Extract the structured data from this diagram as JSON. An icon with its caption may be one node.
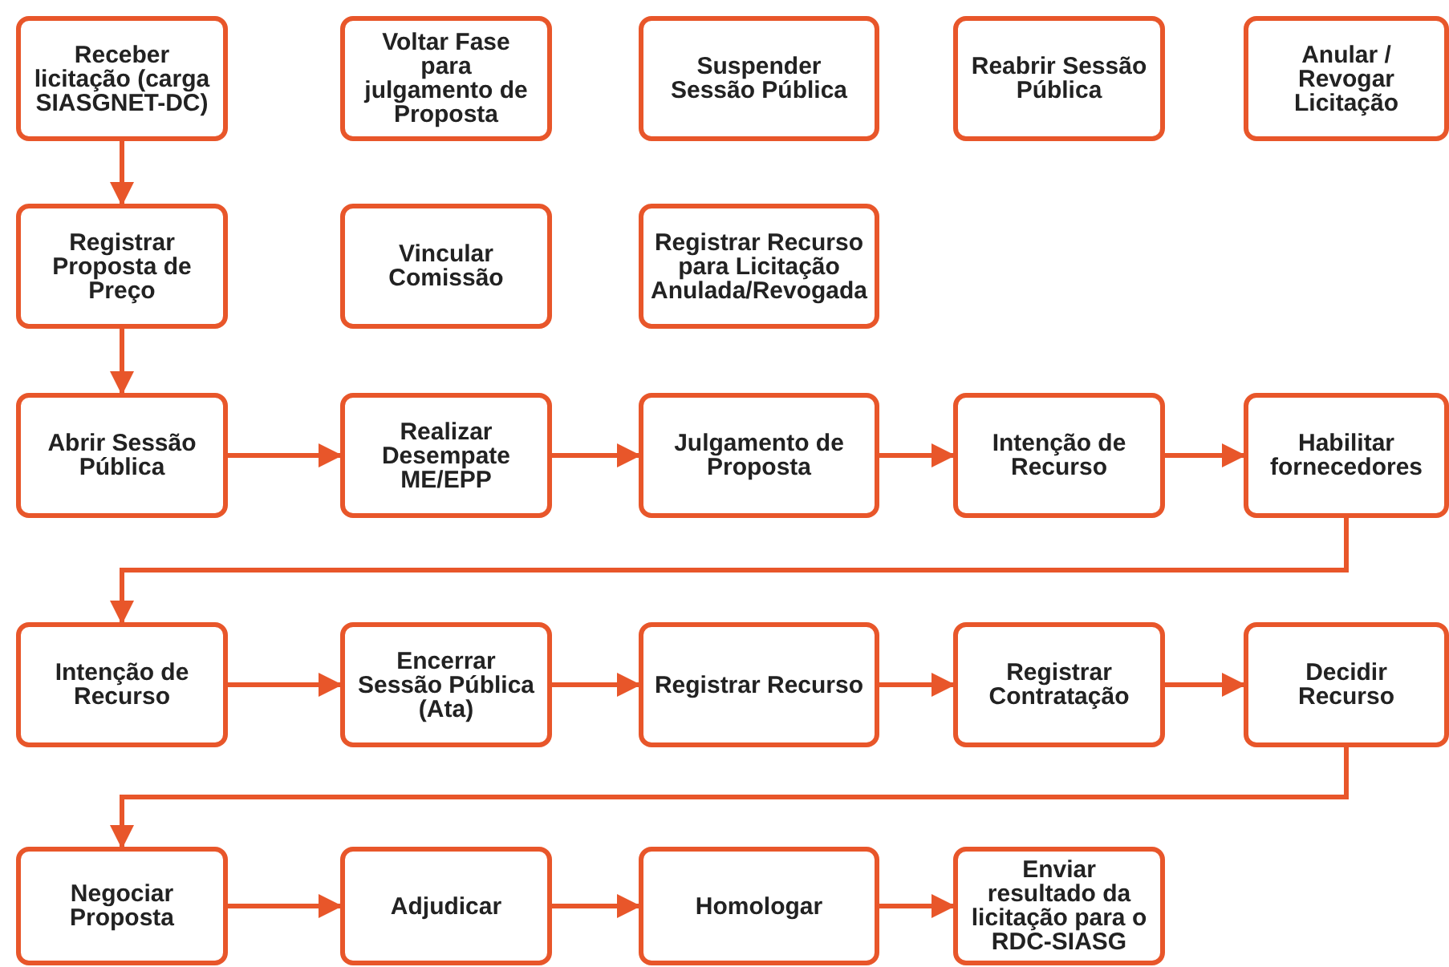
{
  "diagram": {
    "nodes": [
      {
        "text": [
          "Receber licitação (carga SIASGNET-DC)"
        ]
      },
      {
        "text": [
          "Voltar Fase para julgamento de Proposta"
        ]
      },
      {
        "text": [
          "Suspender Sessão Pública"
        ]
      },
      {
        "text": [
          "Reabrir Sessão Pública"
        ]
      },
      {
        "text": [
          "Anular / Revogar Licitação"
        ]
      },
      {
        "text": [
          "Registrar Proposta de Preço"
        ]
      },
      {
        "text": [
          "Vincular Comissão"
        ]
      },
      {
        "text": [
          "Registrar Recurso para Licitação Anulada/Revogada"
        ]
      },
      {
        "text": [
          "Abrir Sessão Pública"
        ]
      },
      {
        "text": [
          "Realizar Desempate ME/EPP"
        ]
      },
      {
        "text": [
          "Julgamento de Proposta"
        ]
      },
      {
        "text": [
          "Intenção de Recurso"
        ]
      },
      {
        "text": [
          "Habilitar fornecedores"
        ]
      },
      {
        "text": [
          "Intenção de Recurso"
        ]
      },
      {
        "text": [
          "Encerrar Sessão Pública (Ata)"
        ]
      },
      {
        "text": [
          "Registrar Recurso"
        ]
      },
      {
        "text": [
          "Registrar Contratação"
        ]
      },
      {
        "text": [
          "Decidir Recurso"
        ]
      },
      {
        "text": [
          "Negociar Proposta"
        ]
      },
      {
        "text": [
          "Adjudicar"
        ]
      },
      {
        "text": [
          "Homologar"
        ]
      },
      {
        "text": [
          "Enviar resultado da licitação para o RDC-SIASG"
        ]
      }
    ],
    "edges": [
      {
        "from": 0,
        "to": 5,
        "arrow": "to"
      },
      {
        "from": 5,
        "to": 8,
        "arrow": "to"
      },
      {
        "from": 8,
        "to": 9,
        "arrow": "to"
      },
      {
        "from": 9,
        "to": 10,
        "arrow": "to"
      },
      {
        "from": 10,
        "to": 11,
        "arrow": "to"
      },
      {
        "from": 11,
        "to": 12,
        "arrow": "to"
      },
      {
        "from": 12,
        "to": 13,
        "arrow": "to"
      },
      {
        "from": 13,
        "to": 14,
        "arrow": "to"
      },
      {
        "from": 14,
        "to": 15,
        "arrow": "to"
      },
      {
        "from": 15,
        "to": 16,
        "arrow": "to"
      },
      {
        "from": 16,
        "to": 17,
        "arrow": "to"
      },
      {
        "from": 17,
        "to": 18,
        "arrow": "to"
      },
      {
        "from": 18,
        "to": 19,
        "arrow": "to"
      },
      {
        "from": 19,
        "to": 20,
        "arrow": "to"
      },
      {
        "from": 20,
        "to": 21,
        "arrow": "to"
      }
    ]
  }
}
